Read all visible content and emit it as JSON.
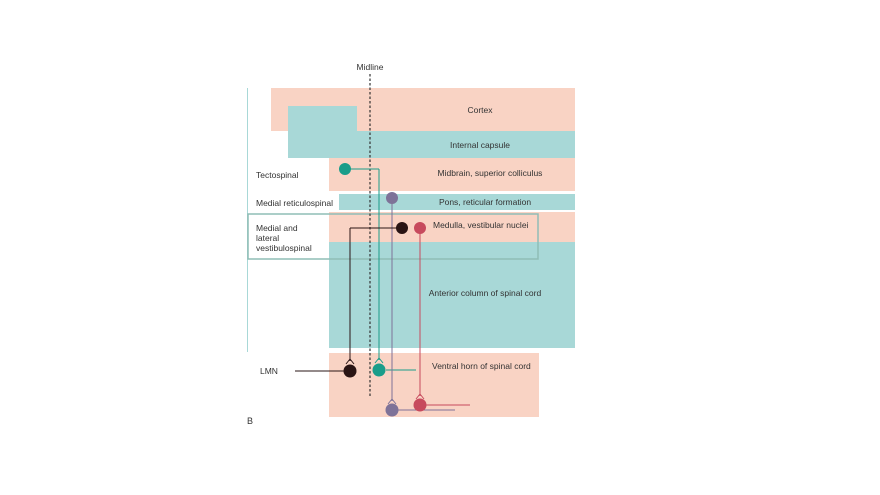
{
  "colors": {
    "salmon": "#f9d3c4",
    "teal": "#a8d8d7",
    "box_border": "#8fbdb6",
    "tecto_neuron": "#1a9d8a",
    "retic_neuron": "#7e7298",
    "vest_medial_neuron": "#2a1414",
    "vest_lateral_neuron": "#c74a5d",
    "midline": "#333333"
  },
  "labels": {
    "midline": "Midline",
    "cortex": "Cortex",
    "internal_capsule": "Internal capsule",
    "midbrain": "Midbrain, superior colliculus",
    "pons": "Pons, reticular formation",
    "medulla": "Medulla, vestibular nuclei",
    "anterior_column": "Anterior column of spinal cord",
    "ventral_horn": "Ventral horn of spinal cord",
    "tectospinal": "Tectospinal",
    "medial_reticulospinal": "Medial reticulospinal",
    "vestibulospinal": "Medial and lateral vestibulospinal",
    "lmn": "LMN",
    "panel": "B"
  }
}
